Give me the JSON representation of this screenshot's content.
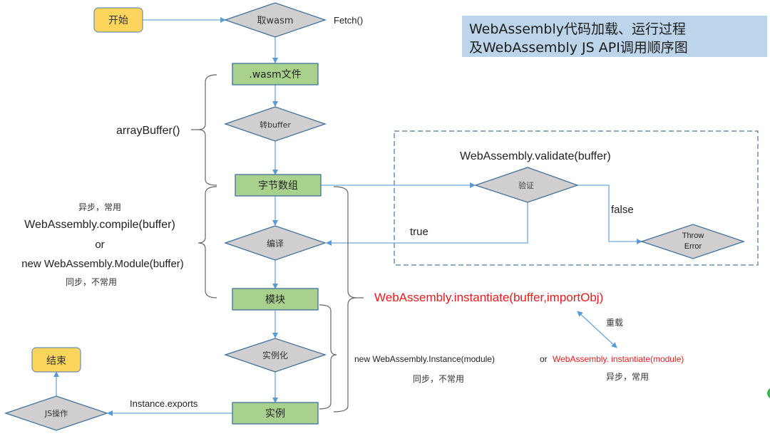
{
  "title": {
    "line1": "WebAssembly代码加载、运行过程",
    "line2": "及WebAssembly JS API调用顺序图"
  },
  "colors": {
    "terminal_fill": "#fdd55d",
    "process_fill": "#a9d18e",
    "decision_fill": "#d0cece",
    "shape_stroke": "#41719c",
    "arrow": "#6fa8dc",
    "bracket": "#555555",
    "highlight_red": "#ee1c1c",
    "title_bg": "#bcd5ea"
  },
  "nodes": {
    "start": "开始",
    "fetch_wasm": "取wasm",
    "wasm_file": ".wasm文件",
    "to_buffer": "转buffer",
    "byte_array": "字节数组",
    "compile": "编译",
    "module": "模块",
    "instantiate": "实例化",
    "instance": "实例",
    "js_ops": "JS操作",
    "end": "结束",
    "validate": "验证",
    "throw_error_line1": "Throw",
    "throw_error_line2": "Error"
  },
  "labels": {
    "fetch": "Fetch()",
    "array_buffer": "arrayBuffer()",
    "async_common": "异步，常用",
    "compile_api": "WebAssembly.compile(buffer)",
    "or": "or",
    "module_api": "new WebAssembly.Module(buffer)",
    "sync_uncommon": "同步，不常用",
    "validate_api": "WebAssembly.validate(buffer)",
    "true": "true",
    "false": "false",
    "instantiate_buffer": "WebAssembly.instantiate(buffer,importObj)",
    "overload": "重载",
    "instance_api": "new WebAssembly.Instance(module)",
    "or_prefix": "or",
    "instantiate_module": "WebAssembly. instantiate(module)",
    "sync_uncommon_2": "同步，不常用",
    "async_common_2": "异步，常用",
    "exports": "Instance.exports"
  }
}
